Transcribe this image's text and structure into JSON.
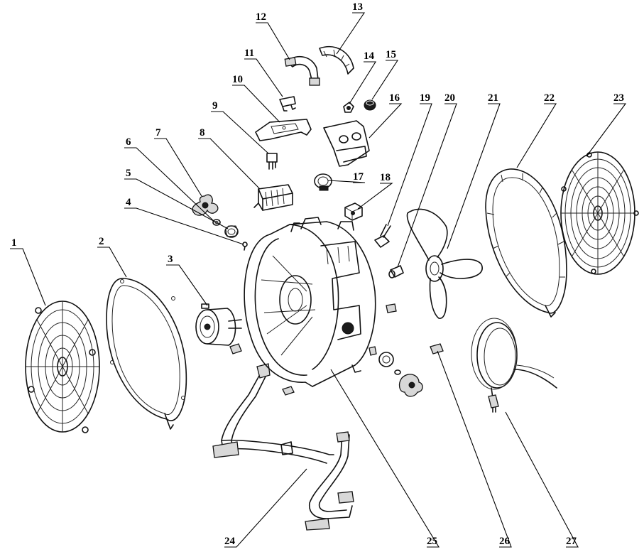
{
  "diagram": {
    "type": "exploded-parts-diagram",
    "callouts": [
      "1",
      "2",
      "3",
      "4",
      "5",
      "6",
      "7",
      "8",
      "9",
      "10",
      "11",
      "12",
      "13",
      "14",
      "15",
      "16",
      "17",
      "18",
      "19",
      "20",
      "21",
      "22",
      "23",
      "24",
      "25",
      "26",
      "27"
    ]
  }
}
